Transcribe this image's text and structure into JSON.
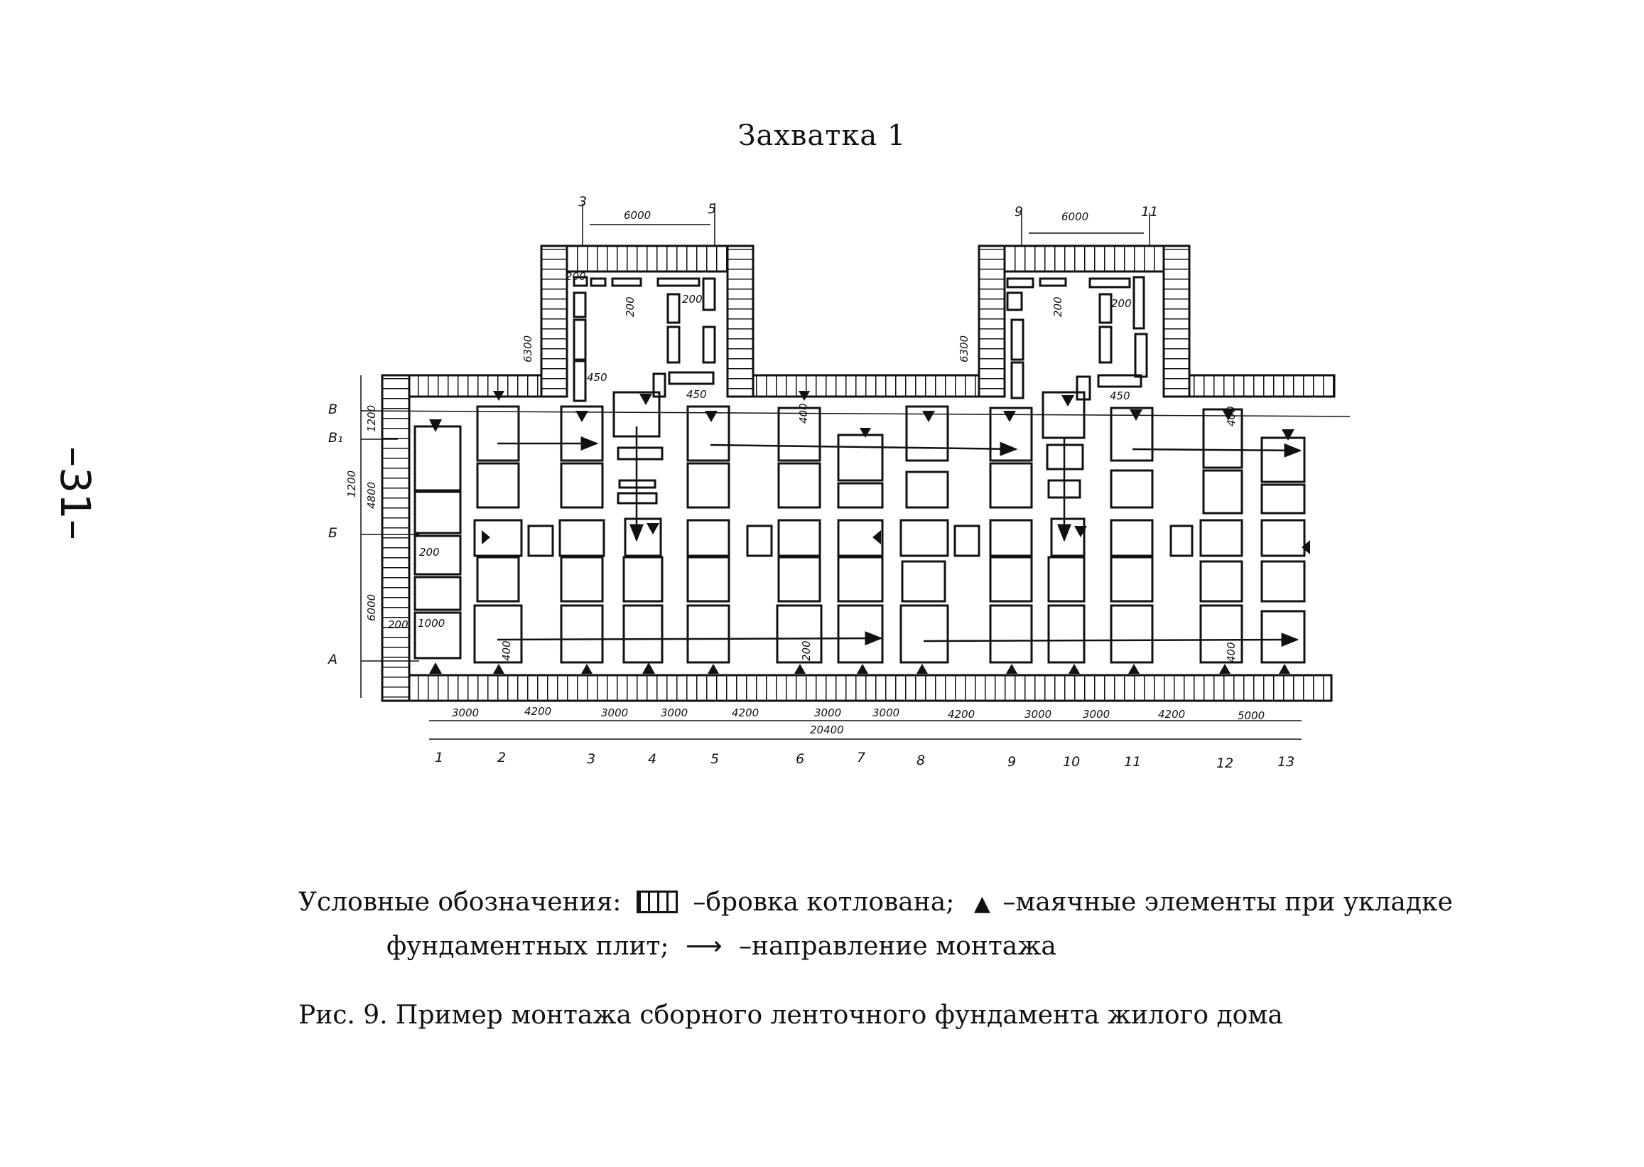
{
  "page_number": "–31–",
  "title": "Захватка 1",
  "top_dims": {
    "left": "6000",
    "right": "6000"
  },
  "top_axes": {
    "l1": "3",
    "l2": "5",
    "r1": "9",
    "r2": "11"
  },
  "wing_height": "6300",
  "wing_labels": {
    "a": "200",
    "b": "200",
    "c": "200",
    "d": "450"
  },
  "axis_rows": [
    "В",
    "В₁",
    "Б",
    "А"
  ],
  "left_dims": [
    "1200",
    "1200",
    "4800",
    "6000"
  ],
  "inner_labels": {
    "i200": "200",
    "i1000": "1000",
    "i200b": "200",
    "i100": "400",
    "i450": "450",
    "i400": "400"
  },
  "bottom_spans": [
    "3000",
    "4200",
    "3000",
    "3000",
    "4200",
    "3000",
    "3000",
    "4200",
    "3000",
    "3000",
    "4200",
    "5000"
  ],
  "total_span": "20400",
  "bottom_axes": [
    "1",
    "2",
    "3",
    "4",
    "5",
    "6",
    "7",
    "8",
    "9",
    "10",
    "11",
    "12",
    "13"
  ],
  "legend": {
    "intro": "Условные обозначения:",
    "item1": "–бровка котлована;",
    "item2": "–маячные элементы при укладке",
    "item3": "фундаментных плит;",
    "item4": "–направление монтажа",
    "arrow_glyph": "⟶",
    "triangle_glyph": "▲"
  },
  "caption": "Рис. 9. Пример монтажа сборного ленточного фундамента жилого дома"
}
